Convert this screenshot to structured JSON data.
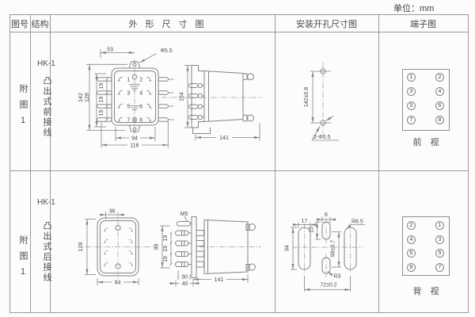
{
  "unit_label": "单位：mm",
  "headers": {
    "fig_no": "图号",
    "structure": "结构",
    "outline": "外形尺寸图",
    "install": "安装开孔尺寸图",
    "terminal": "端子图"
  },
  "rows": [
    {
      "fig_label": "附图1",
      "model": "HK-1",
      "structure_text": "凸出式前接线",
      "view_label": "前　视",
      "terminal_numbers": [
        "1",
        "2",
        "3",
        "4",
        "5",
        "6",
        "7",
        "8"
      ],
      "outline": {
        "top_width": "53",
        "hole_dia": "Φ5.5",
        "total_height": "142",
        "body_height": "128",
        "pin_pitch": [
          "19",
          "19",
          "19"
        ],
        "body_width": "94",
        "flange_width": "116",
        "side_height": "154",
        "side_depth": "141"
      },
      "install": {
        "hole_pitch": "142±0.8",
        "holes": "2-Φ5.5"
      }
    },
    {
      "fig_label": "附图1",
      "model": "HK-1",
      "structure_text": "凸出式后接线",
      "view_label": "背　视",
      "terminal_numbers": [
        "2",
        "1",
        "4",
        "3",
        "6",
        "5",
        "8",
        "7"
      ],
      "outline": {
        "top_width": "36",
        "body_height": "128",
        "body_width": "94",
        "screw": "M5",
        "pin_zone": "98",
        "pin_pitch": [
          "19",
          "19",
          "19"
        ],
        "d30": "30",
        "d40": "40",
        "depth": "141"
      },
      "install": {
        "slot_w": "17",
        "slot_h": "94",
        "mid_w": "6",
        "mid_h": "15",
        "mid_pitch": "98±0.7",
        "r_big": "R8.5",
        "r_small": "R3",
        "h_pitch": "72±0.2"
      }
    }
  ]
}
